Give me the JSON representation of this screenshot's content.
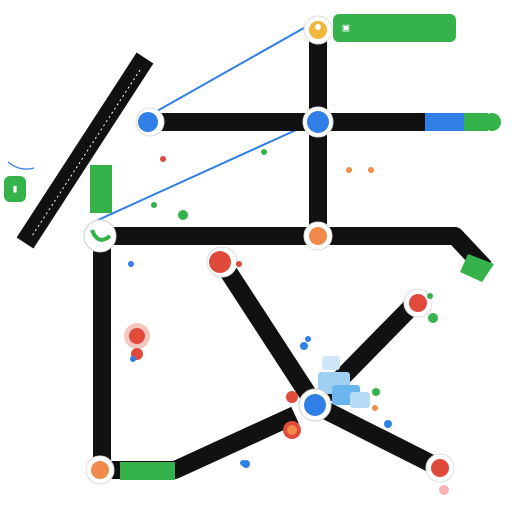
{
  "map": {
    "colors": {
      "line": "#111111",
      "accent_blue": "#2f7fe6",
      "accent_green": "#35b24a",
      "accent_red": "#e04a3a",
      "accent_orange": "#f08a4b",
      "text_gray": "#6c6c6c"
    },
    "callouts": {
      "top": {
        "icon": "map-pin-icon",
        "line1": "",
        "line2": ""
      },
      "left": {
        "icon": "info-icon"
      }
    },
    "labels": [
      {
        "id": "label-1",
        "text": "",
        "dot": "#e04a3a"
      },
      {
        "id": "label-2",
        "text": "",
        "dot": "#35b24a"
      },
      {
        "id": "label-3",
        "text": "",
        "dot": "#f08a4b"
      },
      {
        "id": "label-4",
        "text": "",
        "dot": "#35b24a"
      },
      {
        "id": "label-5",
        "text": "",
        "dot": "#2f7fe6"
      },
      {
        "id": "label-6",
        "text": "",
        "dot": "#e04a3a"
      },
      {
        "id": "label-7",
        "text": "",
        "dot": "#35b24a"
      },
      {
        "id": "label-8",
        "text": "",
        "dot": "#2f7fe6"
      },
      {
        "id": "label-9",
        "text": "",
        "dot": "#2f7fe6"
      },
      {
        "id": "label-10",
        "text": "",
        "dot": "#f08a4b"
      },
      {
        "id": "label-11",
        "text": "",
        "dot": "#2f7fe6"
      }
    ]
  }
}
